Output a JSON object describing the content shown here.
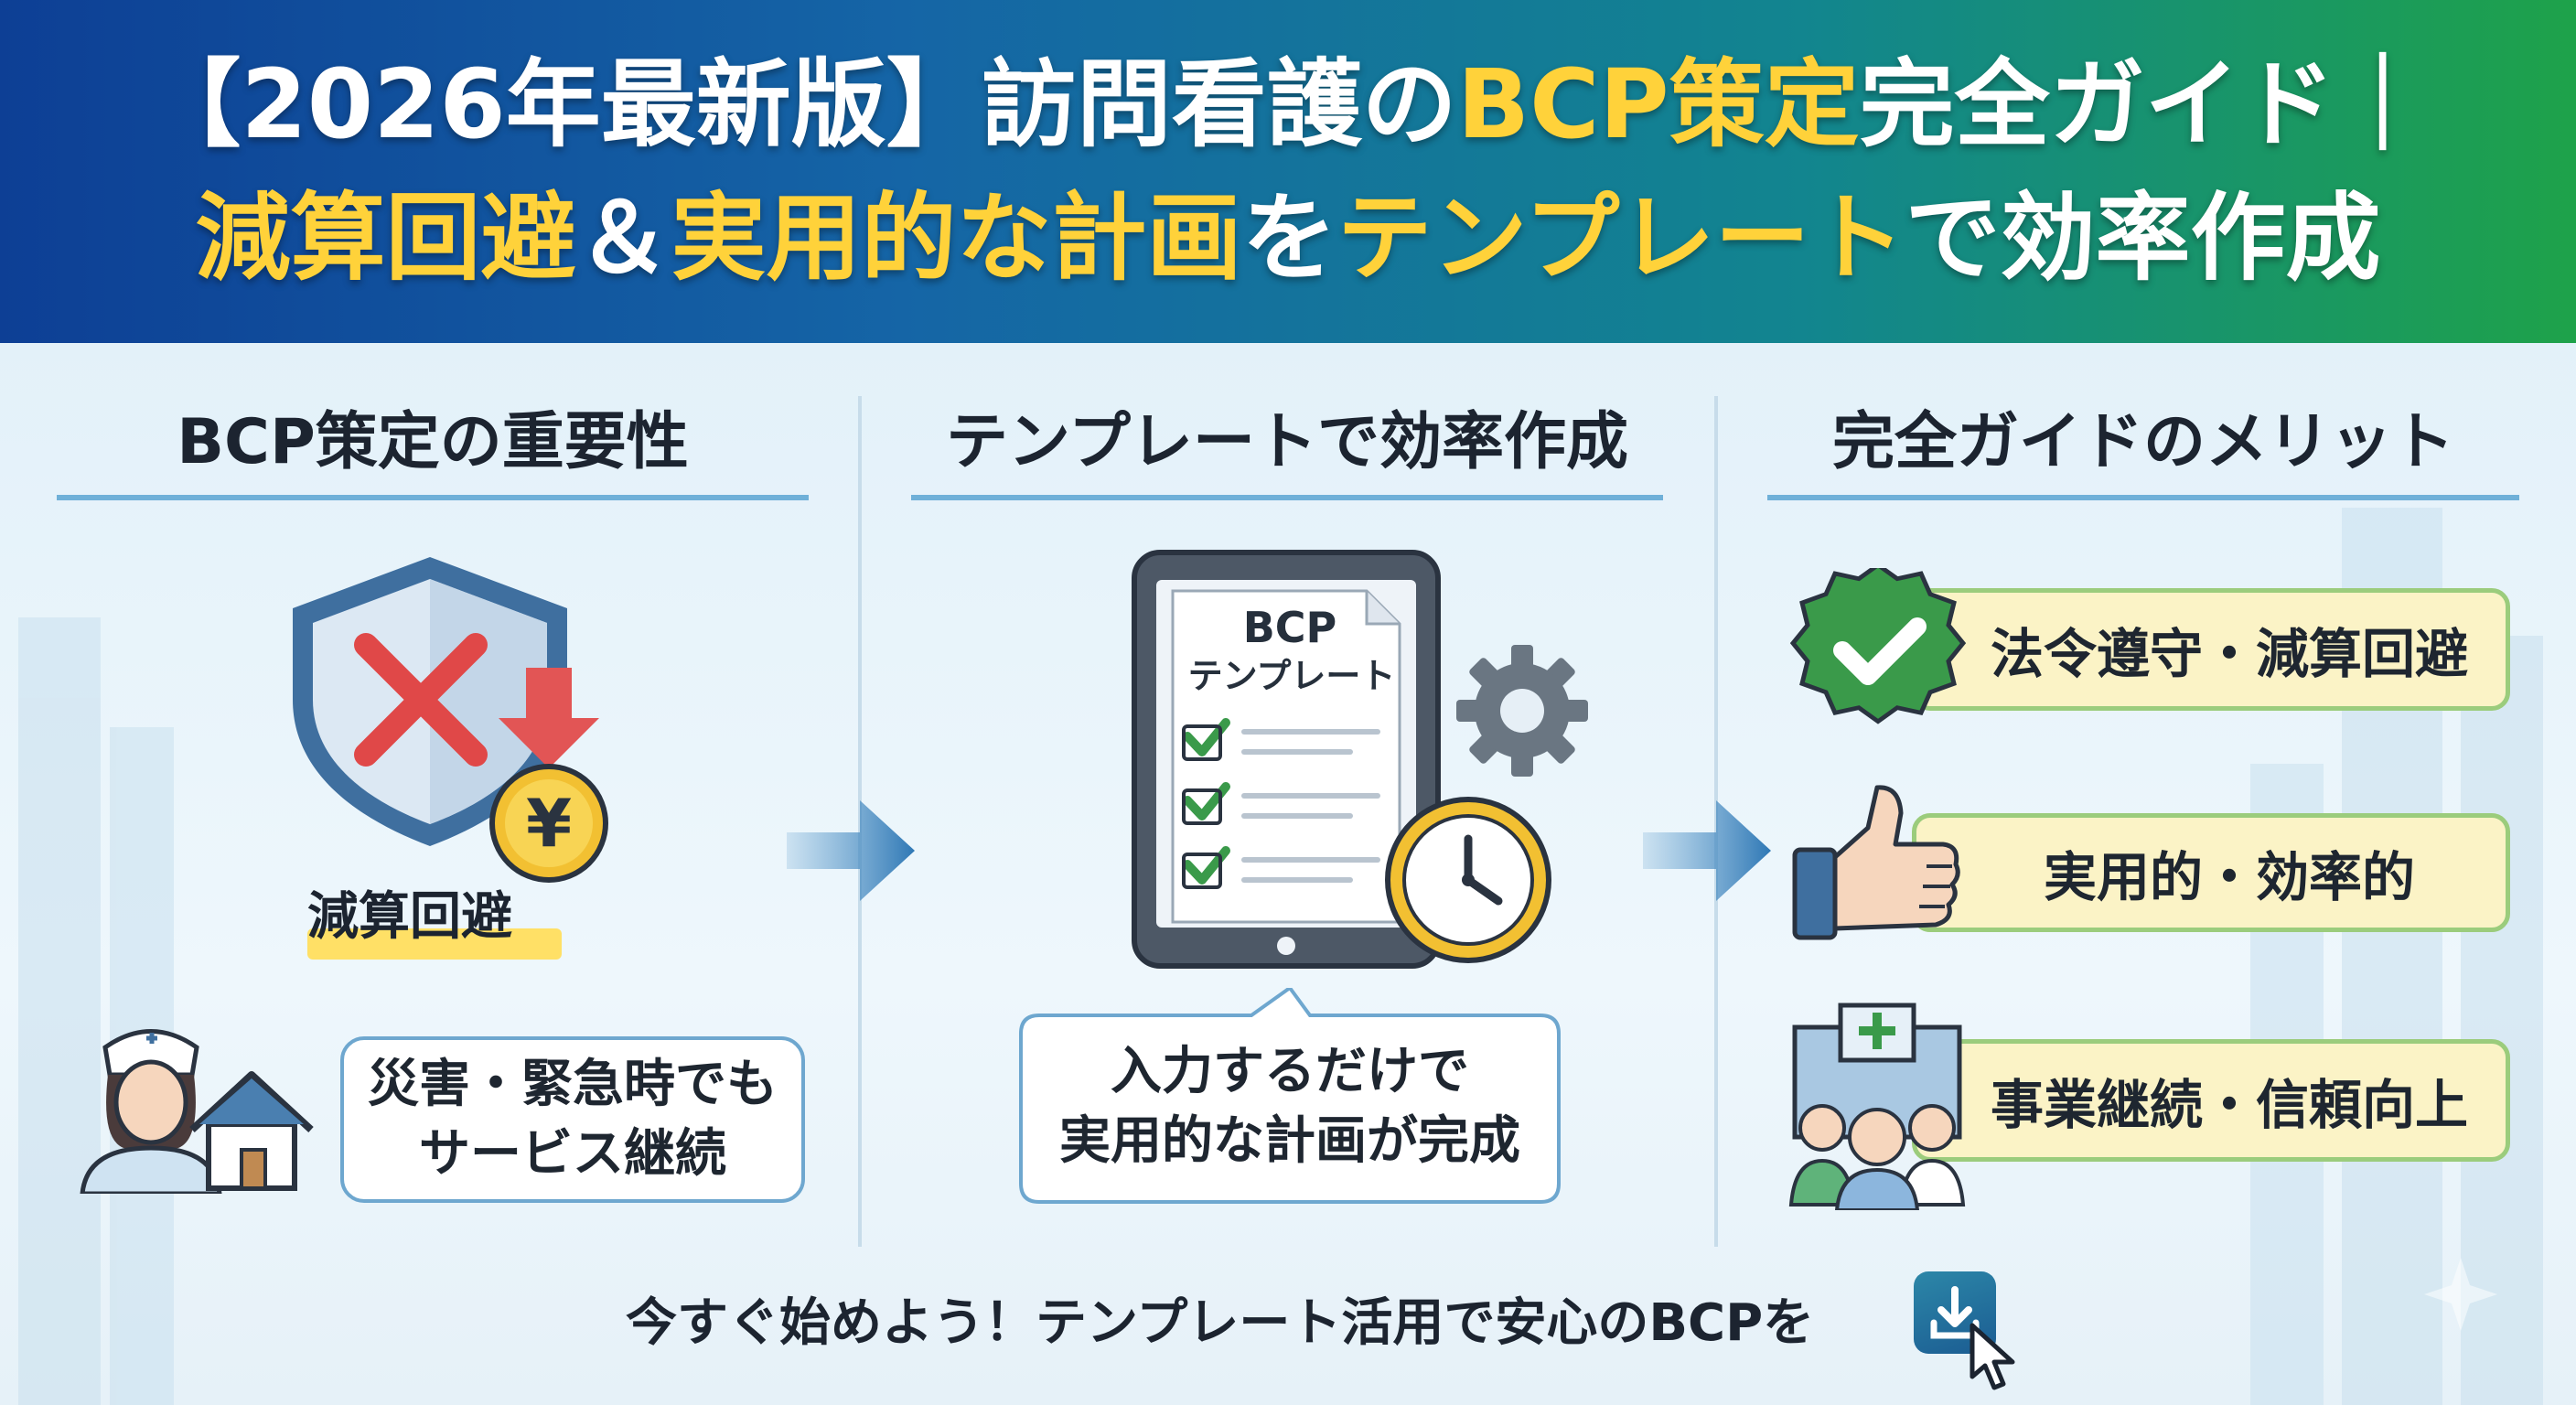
{
  "header": {
    "line1": {
      "prefix": "【2026年最新版】訪問看護の",
      "highlight": "BCP策定",
      "suffix": "完全ガイド｜"
    },
    "line2": {
      "highlight1": "減算回避",
      "mid1": "＆",
      "highlight2": "実用的な計画",
      "mid2": "を",
      "highlight3": "テンプレート",
      "suffix": "で効率作成"
    }
  },
  "columns": {
    "importance": {
      "title": "BCP策定の重要性",
      "generate_label": "減算回避",
      "continuity_text": "災害・緊急時でも\nサービス継続"
    },
    "template": {
      "title": "テンプレートで効率作成",
      "doc_title": "BCP",
      "doc_subtitle": "テンプレート",
      "bubble_text": "入力するだけで\n実用的な計画が完成"
    },
    "merits": {
      "title": "完全ガイドのメリット",
      "items": [
        {
          "label": "法令遵守・減算回避",
          "icon": "check-badge-icon"
        },
        {
          "label": "実用的・効率的",
          "icon": "thumbs-up-icon"
        },
        {
          "label": "事業継続・信頼向上",
          "icon": "hospital-staff-icon"
        }
      ]
    }
  },
  "footer": {
    "cta_text": "今すぐ始めよう！テンプレート活用で安心のBCPを",
    "download_icon": "download-icon",
    "cursor_icon": "cursor-icon"
  },
  "colors": {
    "accent_yellow": "#ffd23a",
    "rule_blue": "#6fb0d8",
    "check_green": "#3a9a4a",
    "pill_bg": "#fbf3c6"
  }
}
